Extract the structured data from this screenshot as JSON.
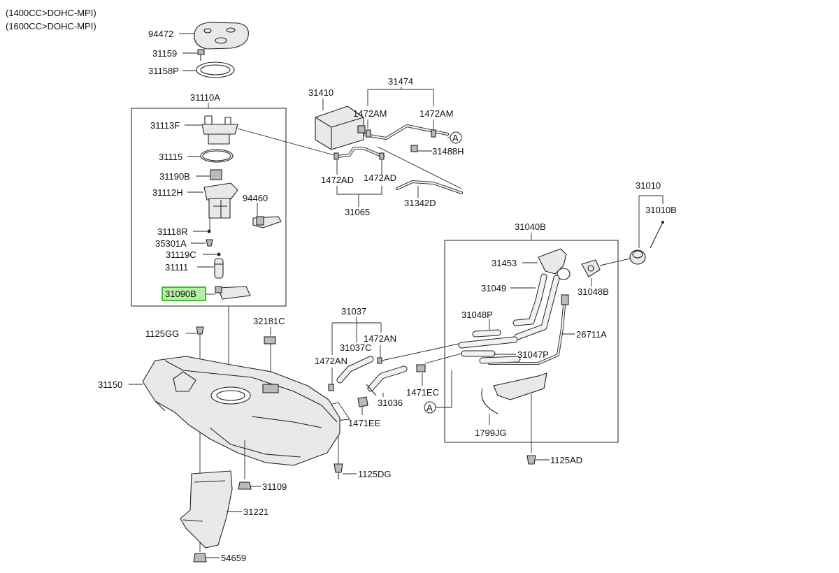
{
  "header": {
    "engine_1": "(1400CC>DOHC-MPI)",
    "engine_2": "(1600CC>DOHC-MPI)"
  },
  "callouts": {
    "p94472": "94472",
    "p31159": "31159",
    "p31158P": "31158P",
    "p31110A": "31110A",
    "p31113F": "31113F",
    "p31115": "31115",
    "p31190B": "31190B",
    "p31112H": "31112H",
    "p94460": "94460",
    "p31118R": "31118R",
    "p35301A": "35301A",
    "p31119C": "31119C",
    "p31111": "31111",
    "p31090B": "31090B",
    "p31410": "31410",
    "p31474": "31474",
    "p1472AM_a": "1472AM",
    "p1472AM_b": "1472AM",
    "p31488H": "31488H",
    "p1472AD_a": "1472AD",
    "p1472AD_b": "1472AD",
    "p31065": "31065",
    "p31342D": "31342D",
    "p31010": "31010",
    "p31010B": "31010B",
    "p31040B": "31040B",
    "p31453": "31453",
    "p31049": "31049",
    "p31048B": "31048B",
    "p31048P": "31048P",
    "p26711A": "26711A",
    "p31047P": "31047P",
    "p1471EC": "1471EC",
    "p1799JG": "1799JG",
    "p1125AD": "1125AD",
    "p32181C": "32181C",
    "p31037": "31037",
    "p1472AN_a": "1472AN",
    "p31037C": "31037C",
    "p1472AN_b": "1472AN",
    "p31036": "31036",
    "p1471EE": "1471EE",
    "p1125GG": "1125GG",
    "p31150": "31150",
    "p1125DG": "1125DG",
    "p31109": "31109",
    "p31221": "31221",
    "p54659": "54659",
    "ref_A1": "A",
    "ref_A2": "A"
  },
  "highlight": {
    "selected_part": "31090B",
    "color": "#3cbf2a"
  }
}
